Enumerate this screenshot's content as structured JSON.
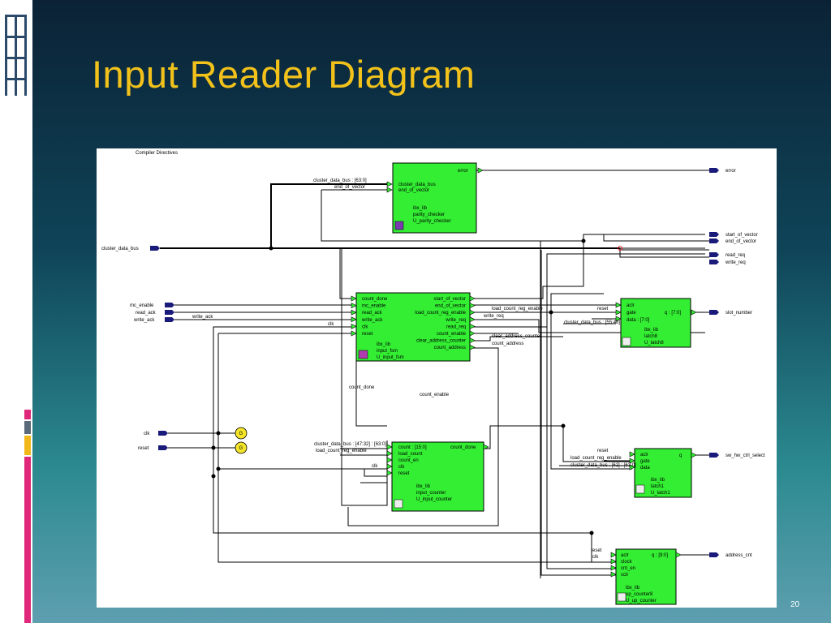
{
  "slide": {
    "title": "Input Reader Diagram",
    "page_number": "20"
  },
  "diagram": {
    "compiler_label": "Compiler Directives",
    "input_ports": {
      "cluster_data_bus": "cluster_data_bus",
      "mc_enable": "mc_enable",
      "read_ack": "read_ack",
      "write_ack": "write_ack",
      "clk": "clk",
      "reset": "reset"
    },
    "output_ports": {
      "error": "error",
      "start_of_vector": "start_of_vector",
      "end_of_vector": "end_of_vector",
      "read_req": "read_req",
      "write_req": "write_req",
      "slot_number": "slot_number",
      "sw_hw_ctrl_select": "sw_hw_ctrl_select",
      "address_cnt": "address_cnt"
    },
    "parity_checker": {
      "out_error": "error",
      "in_bus": "cluster_data_bus",
      "in_eov": "end_of_vector",
      "lib": "ibx_lib",
      "type": "parity_checker",
      "inst": "U_parity_checker"
    },
    "input_fsm": {
      "in_ports": [
        "count_done",
        "mc_enable",
        "read_ack",
        "write_ack",
        "clk",
        "reset"
      ],
      "out_ports": [
        "start_of_vector",
        "end_of_vector",
        "load_count_reg_enable",
        "write_req",
        "read_req",
        "count_enable",
        "clear_address_counter",
        "count_address"
      ],
      "lib": "ibx_lib",
      "type": "input_fsm",
      "inst": "U_input_fsm"
    },
    "latch_top": {
      "ports": [
        "aclr",
        "gate",
        "data : [7:0]"
      ],
      "out": "q : [7:0]",
      "lib": "ibx_lib",
      "type": "latch8",
      "inst": "U_latch8"
    },
    "input_counter": {
      "ports": [
        "count : [15:0]",
        "load_count",
        "count_en",
        "clk",
        "reset"
      ],
      "out": "count_done",
      "lib": "ibx_lib",
      "type": "input_counter",
      "inst": "U_input_counter"
    },
    "latch_mid": {
      "ports": [
        "aclr",
        "gate",
        "data"
      ],
      "out": "q",
      "lib": "ibx_lib",
      "type": "latch1",
      "inst": "U_latch1"
    },
    "up_counter": {
      "ports": [
        "aclr",
        "clock",
        "cnt_en",
        "sclr"
      ],
      "out": "q : [9:0]",
      "lib": "ibx_lib",
      "type": "up_counter8",
      "inst": "U_up_counter"
    },
    "net_labels": {
      "bus_6330": "cluster_data_bus : [63:0]",
      "end_of_vector": "end_of_vector",
      "write_ack": "write_ack",
      "clk": "clk",
      "load_count_reg_enable": "load_count_reg_enable",
      "write_req": "write_req",
      "reset": "reset",
      "bus_5548": "cluster_data_bus : [55:48]",
      "clear_address_counter": "clear_address_counter",
      "count_address": "count_address",
      "count_done": "count_done",
      "count_enable": "count_enable",
      "bus_4732": "cluster_data_bus : [47:32] : [63:0]",
      "load_count_reg_enable2": "load_count_reg_enable",
      "clk2": "clk",
      "reset2": "reset",
      "load_count_reg_enable3": "load_count_reg_enable",
      "bus_62": "cluster_data_bus : [62] : [63:0]",
      "reset3": "reset",
      "clk3": "clk",
      "G": "G"
    }
  }
}
